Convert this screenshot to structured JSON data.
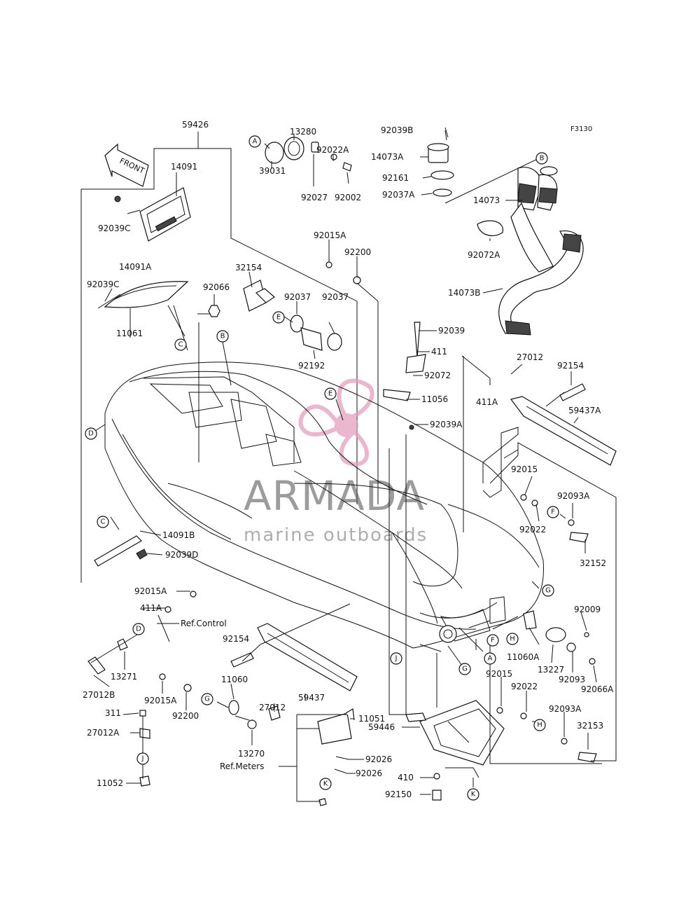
{
  "figure_code": "F3130",
  "front_arrow_label": "FRONT",
  "watermark": {
    "brand": "ARMADA",
    "tagline": "marine outboards",
    "accent_color": "#e5a0bf"
  },
  "part_labels": {
    "p59426": "59426",
    "p14091": "14091",
    "p92039C_1": "92039C",
    "p14091A": "14091A",
    "p92039C_2": "92039C",
    "p11061": "11061",
    "p92066": "92066",
    "p13280": "13280",
    "p92022A": "92022A",
    "p39031": "39031",
    "p92027": "92027",
    "p92002": "92002",
    "p92039B": "92039B",
    "p14073A": "14073A",
    "p92161": "92161",
    "p92037A": "92037A",
    "p14073": "14073",
    "p92072A": "92072A",
    "p14073B": "14073B",
    "p92015A_top": "92015A",
    "p92200_top": "92200",
    "p32154": "32154",
    "p92037_1": "92037",
    "p92037_2": "92037",
    "p92192": "92192",
    "p92039": "92039",
    "p411": "411",
    "p92072": "92072",
    "p11056": "11056",
    "p92039A": "92039A",
    "p27012_r": "27012",
    "p411A_r": "411A",
    "p92154_r": "92154",
    "p59437A": "59437A",
    "p92015_r": "92015",
    "p92022_r": "92022",
    "p92093A_r": "92093A",
    "p32152": "32152",
    "p14091B": "14091B",
    "p92039D": "92039D",
    "p92015A_l": "92015A",
    "p411A_l": "411A",
    "ref_control": "Ref.Control",
    "p92154_b": "92154",
    "p13271": "13271",
    "p27012B": "27012B",
    "p11060": "11060",
    "p92015A_b": "92015A",
    "p92200_b": "92200",
    "p27012_b": "27012",
    "p59437": "59437",
    "p311": "311",
    "p27012A": "27012A",
    "p13270": "13270",
    "ref_meters": "Ref.Meters",
    "p11052": "11052",
    "p11051": "11051",
    "p92026_1": "92026",
    "p92026_2": "92026",
    "p59446": "59446",
    "p410": "410",
    "p92150": "92150",
    "p11060A": "11060A",
    "p13227": "13227",
    "p92009": "92009",
    "p92093": "92093",
    "p92066A": "92066A",
    "p92015_b": "92015",
    "p92022_b": "92022",
    "p92093A_b": "92093A",
    "p32153": "32153"
  },
  "callouts": {
    "A": "A",
    "B": "B",
    "C": "C",
    "D": "D",
    "E": "E",
    "F": "F",
    "G": "G",
    "H": "H",
    "J": "J",
    "K": "K"
  }
}
